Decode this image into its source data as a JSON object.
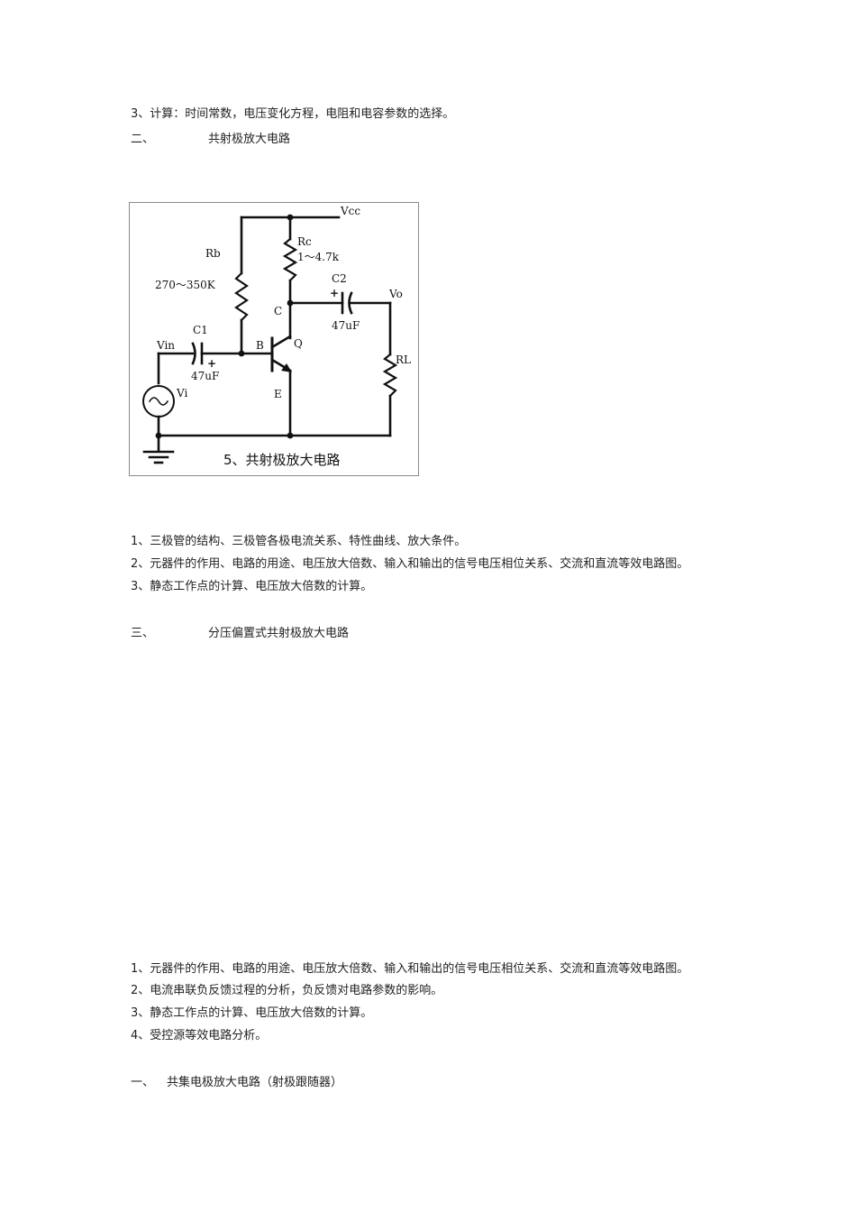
{
  "section_top": {
    "item3": "3、计算：时间常数，电压变化方程，电阻和电容参数的选择。"
  },
  "section2": {
    "number": "二、",
    "title": "共射极放大电路"
  },
  "figure": {
    "labels": {
      "vcc": "Vcc",
      "rc": "Rc",
      "rc_value": "1～4.7k",
      "rb": "Rb",
      "rb_value": "270～350K",
      "c2": "C2",
      "c2_value": "47uF",
      "vo": "Vo",
      "c_node": "C",
      "c1": "C1",
      "c1_value": "47uF",
      "vin": "Vin",
      "b_node": "B",
      "q": "Q",
      "vi": "Vi",
      "e_node": "E",
      "rl": "RL",
      "plus": "+"
    },
    "caption": "5、共射极放大电路"
  },
  "section2_items": [
    "1、三极管的结构、三极管各极电流关系、特性曲线、放大条件。",
    "2、元器件的作用、电路的用途、电压放大倍数、输入和输出的信号电压相位关系、交流和直流等效电路图。",
    "3、静态工作点的计算、电压放大倍数的计算。"
  ],
  "section3": {
    "number": "三、",
    "title": "分压偏置式共射极放大电路"
  },
  "section3_items": [
    "1、元器件的作用、电路的用途、电压放大倍数、输入和输出的信号电压相位关系、交流和直流等效电路图。",
    "2、电流串联负反馈过程的分析，负反馈对电路参数的影响。",
    "3、静态工作点的计算、电压放大倍数的计算。",
    "4、受控源等效电路分析。"
  ],
  "section4": {
    "number": "一、",
    "title": "共集电极放大电路（射极跟随器）"
  }
}
